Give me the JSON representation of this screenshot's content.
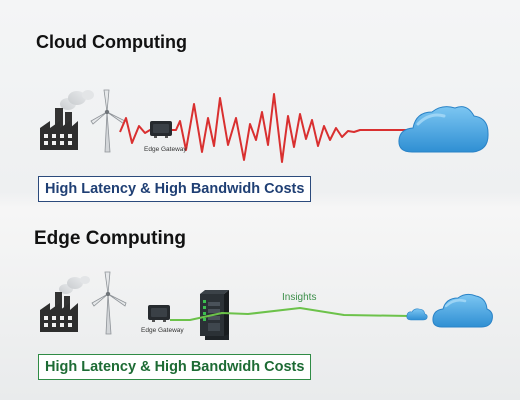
{
  "cloud_section": {
    "title": "Cloud Computing",
    "gateway_label": "Edge Gateway",
    "badge": "High Latency & High Bandwidh Costs",
    "signal_color": "#d93030",
    "badge_color": "#1f3f74"
  },
  "edge_section": {
    "title": "Edge Computing",
    "gateway_label": "Edge Gateway",
    "link_label": "Insights",
    "badge": "High Latency & High Bandwidh Costs",
    "signal_color": "#6cc24a",
    "badge_color": "#1d6b34"
  },
  "icons": [
    "factory-icon",
    "wind-turbine-icon",
    "edge-gateway-icon",
    "industrial-computer-icon",
    "cloud-icon"
  ]
}
